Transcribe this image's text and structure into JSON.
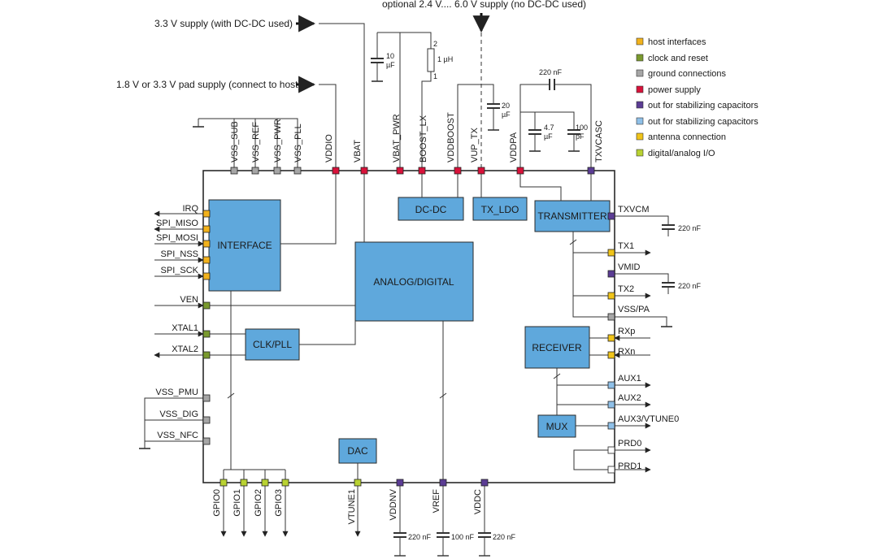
{
  "supplies": {
    "optional": "optional 2.4 V.... 6.0 V supply (no DC-DC used)",
    "dcdc": "3.3 V supply (with DC-DC used)",
    "pad": "1.8 V or 3.3 V pad supply (connect to host)"
  },
  "blocks": {
    "interface": "INTERFACE",
    "analog_digital": "ANALOG/DIGITAL",
    "dcdc": "DC-DC",
    "tx_ldo": "TX_LDO",
    "transmitter": "TRANSMITTER",
    "receiver": "RECEIVER",
    "clk_pll": "CLK/PLL",
    "mux": "MUX",
    "dac": "DAC"
  },
  "pins": {
    "top": [
      "VSS_SUB",
      "VSS_REF",
      "VSS_PWR",
      "VSS_PLL",
      "VDDIO",
      "VBAT",
      "VBAT_PWR",
      "BOOST_LX",
      "VDDBOOST",
      "VUP_TX",
      "VDDPA",
      "TXVCASC"
    ],
    "left": [
      "IRQ",
      "SPI_MISO",
      "SPI_MOSI",
      "SPI_NSS",
      "SPI_SCK",
      "VEN",
      "XTAL1",
      "XTAL2",
      "VSS_PMU",
      "VSS_DIG",
      "VSS_NFC"
    ],
    "right": [
      "TXVCM",
      "TX1",
      "VMID",
      "TX2",
      "VSS/PA",
      "RXp",
      "RXn",
      "AUX1",
      "AUX2",
      "AUX3/VTUNE0",
      "PRD0",
      "PRD1"
    ],
    "bottom": [
      "GPIO0",
      "GPIO1",
      "GPIO2",
      "GPIO3",
      "VTUNE1",
      "VDDNV",
      "VREF",
      "VDDC"
    ]
  },
  "components": {
    "cap_10": [
      "10",
      "µF"
    ],
    "inductor": "1 µH",
    "ind_pin2": "2",
    "ind_pin1": "1",
    "cap_20": [
      "20",
      "µF"
    ],
    "cap_4_7": [
      "4.7",
      "µF"
    ],
    "cap_100p": [
      "100",
      "pF"
    ],
    "cap_220_top": "220 nF",
    "cap_txvcm": "220 nF",
    "cap_vmid": "220 nF",
    "cap_vddnv": "220 nF",
    "cap_vref": "100 nF",
    "cap_vddc": "220 nF"
  },
  "legend": [
    {
      "label": "host interfaces",
      "color": "#f2b21c"
    },
    {
      "label": "clock and reset",
      "color": "#7a9a2e"
    },
    {
      "label": "ground connections",
      "color": "#a6a6a6"
    },
    {
      "label": "power supply",
      "color": "#d8123a"
    },
    {
      "label": "out for stabilizing capacitors",
      "color": "#5b3c94"
    },
    {
      "label": "out for stabilizing capacitors",
      "color": "#8fc0e8"
    },
    {
      "label": "antenna connection",
      "color": "#f0c419"
    },
    {
      "label": "digital/analog I/O",
      "color": "#b9d232"
    }
  ]
}
